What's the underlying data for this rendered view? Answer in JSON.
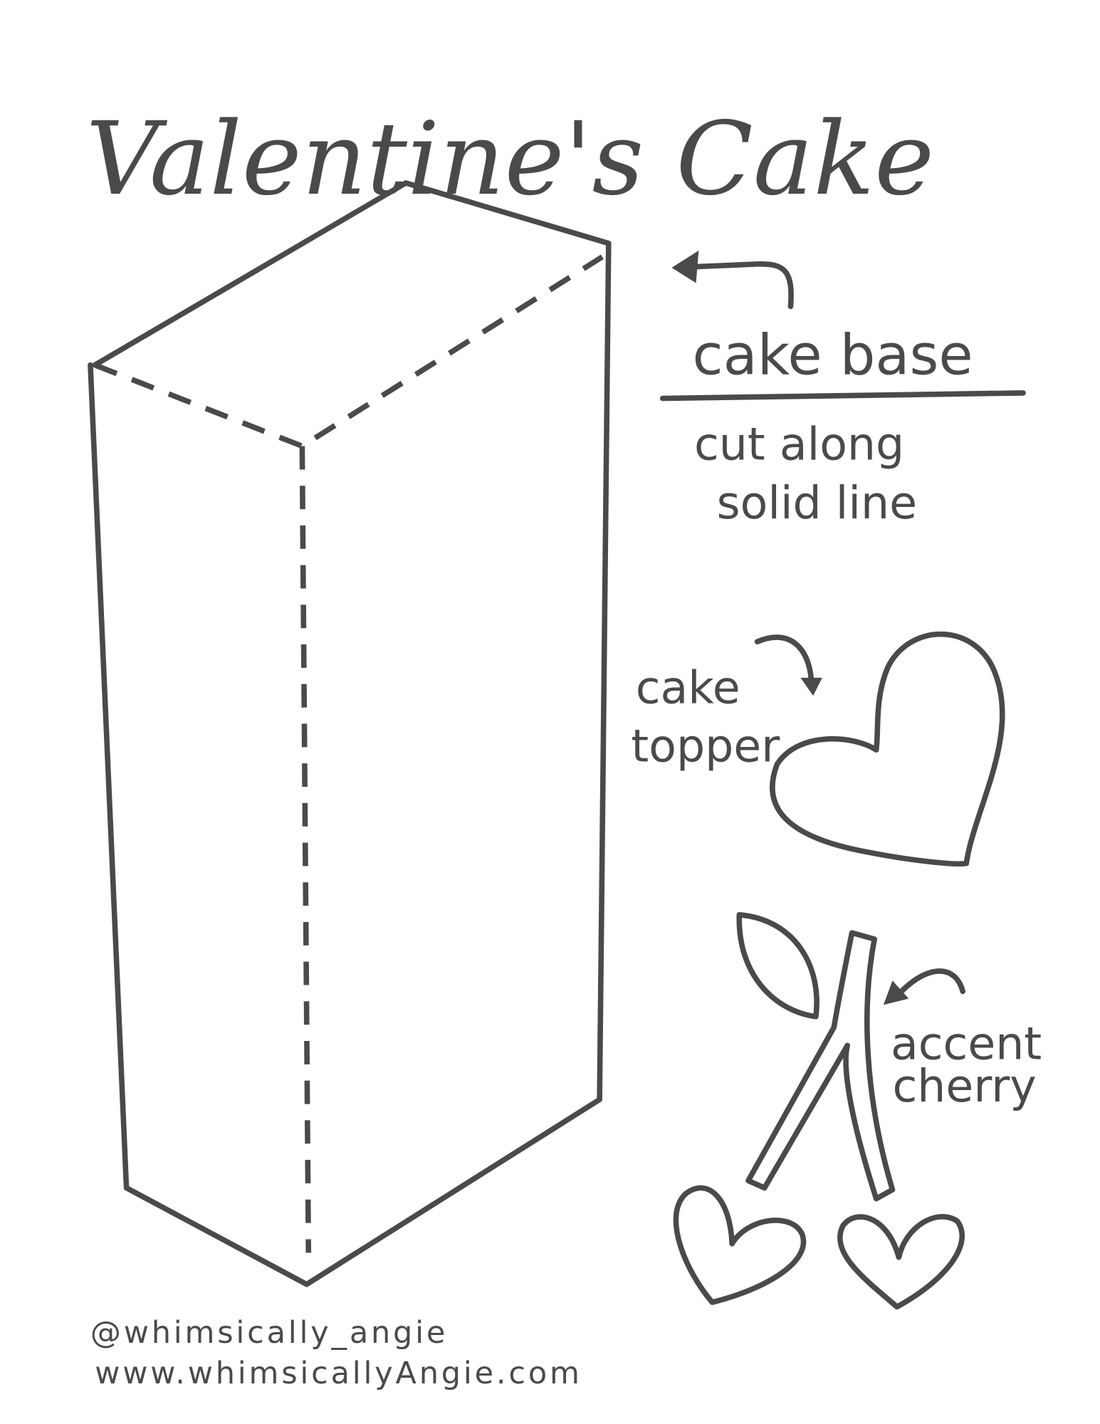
{
  "title": "Valentine's Cake",
  "labels": {
    "cake_base": "cake base",
    "cut_line1": "cut along",
    "cut_line2": "solid line",
    "topper_line1": "cake",
    "topper_line2": "topper",
    "accent_line1": "accent",
    "accent_line2": "cherry"
  },
  "footer": {
    "handle": "@whimsically_angie",
    "website": "www.whimsicallyAngie.com"
  },
  "colors": {
    "ink": "#4a4a4a",
    "background": "#ffffff"
  }
}
